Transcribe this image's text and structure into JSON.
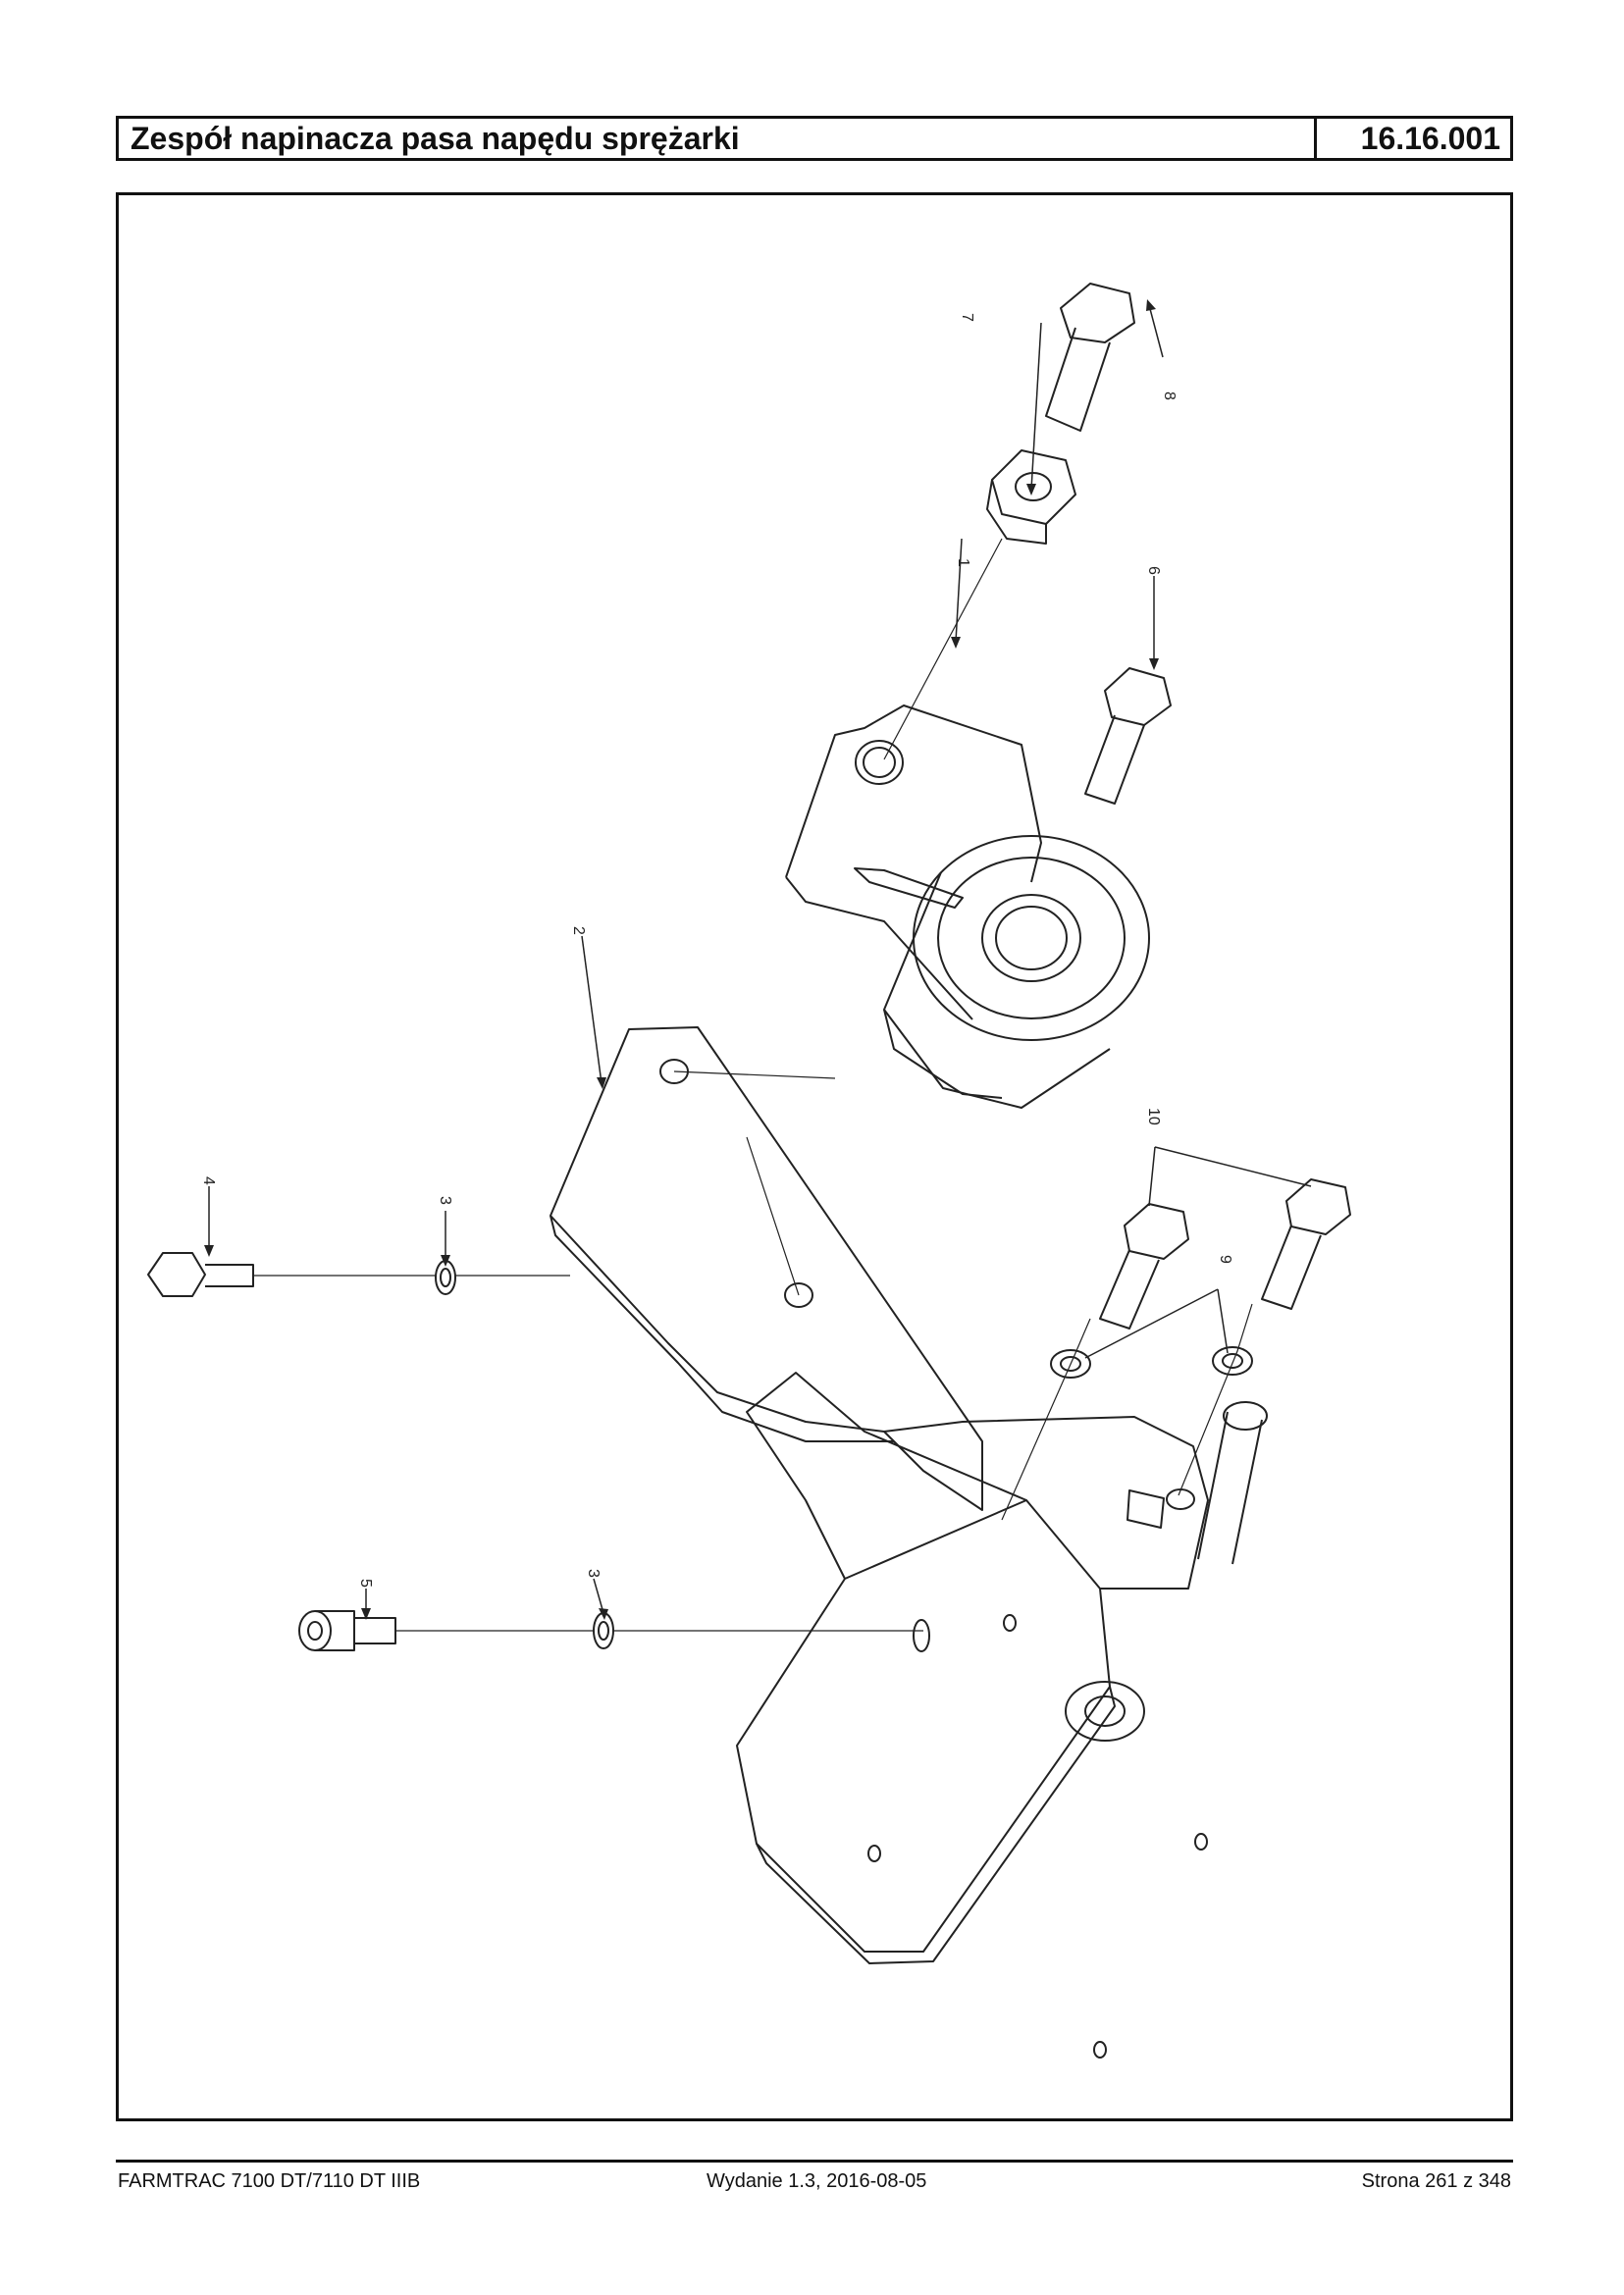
{
  "header": {
    "title": "Zespół napinacza pasa napędu sprężarki",
    "code": "16.16.001"
  },
  "callouts": [
    "1",
    "2",
    "3",
    "3",
    "4",
    "5",
    "6",
    "7",
    "8",
    "9",
    "10"
  ],
  "footer": {
    "model": "FARMTRAC 7100 DT/7110 DT IIIB",
    "edition": "Wydanie 1.3,  2016-08-05",
    "page": "Strona 261 z 348"
  }
}
